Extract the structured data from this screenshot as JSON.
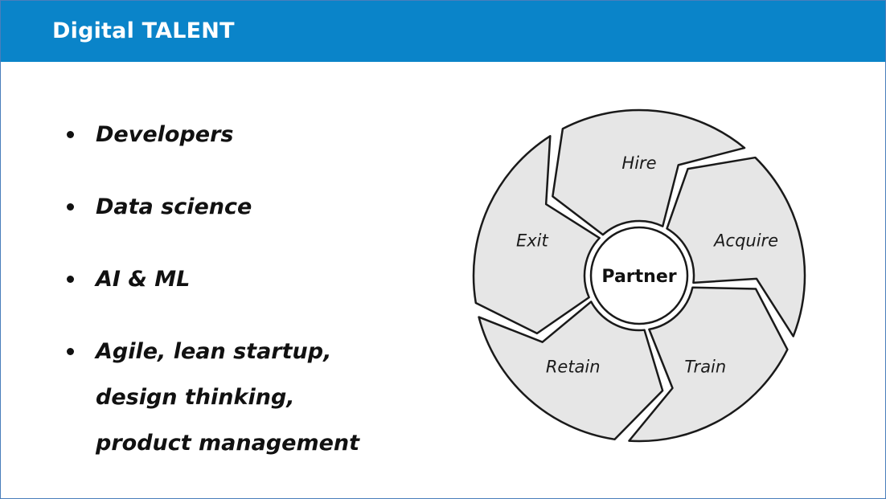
{
  "header": {
    "title": "Digital TALENT",
    "bar_color": "#0a84c9"
  },
  "bullets": [
    {
      "lines": [
        "Developers"
      ]
    },
    {
      "lines": [
        "Data science"
      ]
    },
    {
      "lines": [
        "AI & ML"
      ]
    },
    {
      "lines": [
        "Agile, lean startup,",
        "design thinking,",
        "product management"
      ]
    }
  ],
  "diagram": {
    "center": "Partner",
    "segments": [
      "Hire",
      "Acquire",
      "Train",
      "Retain",
      "Exit"
    ],
    "segment_fill": "#e6e6e6",
    "outline_color": "#1a1a1a"
  }
}
